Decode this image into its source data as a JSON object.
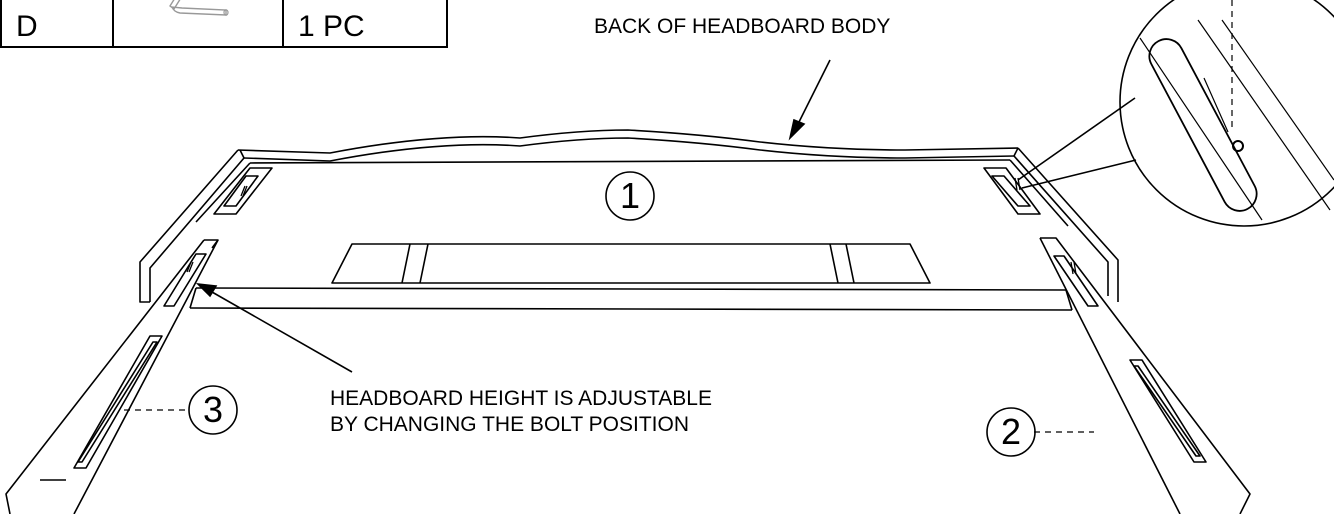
{
  "parts_table": {
    "letter": "D",
    "icon": "allen-wrench-icon",
    "quantity": "1 PC"
  },
  "labels": {
    "back_of_headboard": "BACK OF HEADBOARD BODY",
    "adjust_line1": "HEADBOARD HEIGHT IS ADJUSTABLE",
    "adjust_line2": "BY CHANGING THE BOLT POSITION"
  },
  "part_numbers": {
    "headboard": "1",
    "right_leg": "2",
    "left_leg": "3"
  }
}
